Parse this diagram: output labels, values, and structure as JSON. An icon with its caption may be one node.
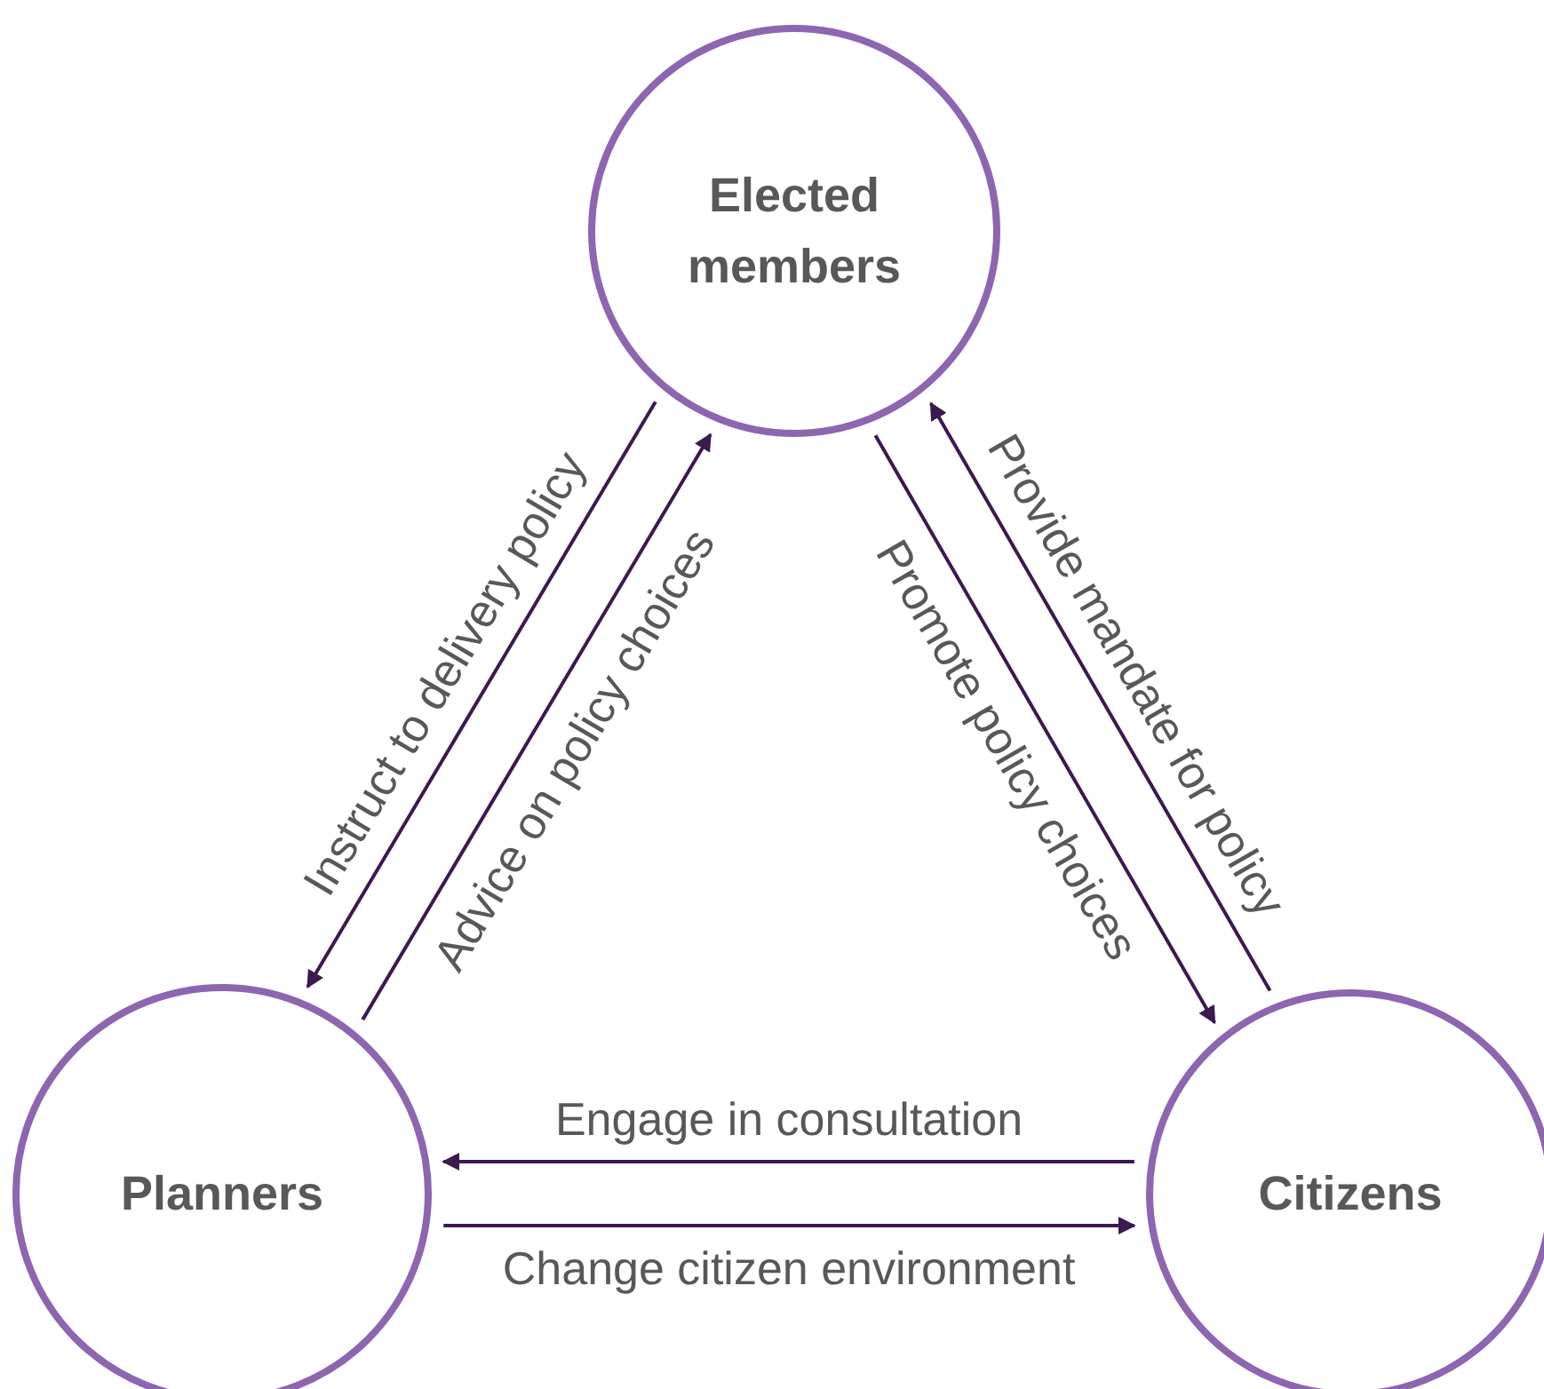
{
  "diagram": {
    "nodes": [
      {
        "text": [
          "Elected members"
        ]
      },
      {
        "text": [
          "Planners"
        ]
      },
      {
        "text": [
          "Citizens"
        ]
      }
    ],
    "edges": [
      {
        "from": 0,
        "to": 1,
        "arrow": "to",
        "label": "Instruct to delivery policy"
      },
      {
        "from": 1,
        "to": 0,
        "arrow": "to",
        "label": "Advice on policy choices"
      },
      {
        "from": 0,
        "to": 2,
        "arrow": "to",
        "label": "Promote policy choices"
      },
      {
        "from": 2,
        "to": 0,
        "arrow": "to",
        "label": "Provide mandate for policy"
      },
      {
        "from": 2,
        "to": 1,
        "arrow": "to",
        "label": "Engage in consultation"
      },
      {
        "from": 1,
        "to": 2,
        "arrow": "to",
        "label": "Change citizen environment"
      }
    ]
  }
}
